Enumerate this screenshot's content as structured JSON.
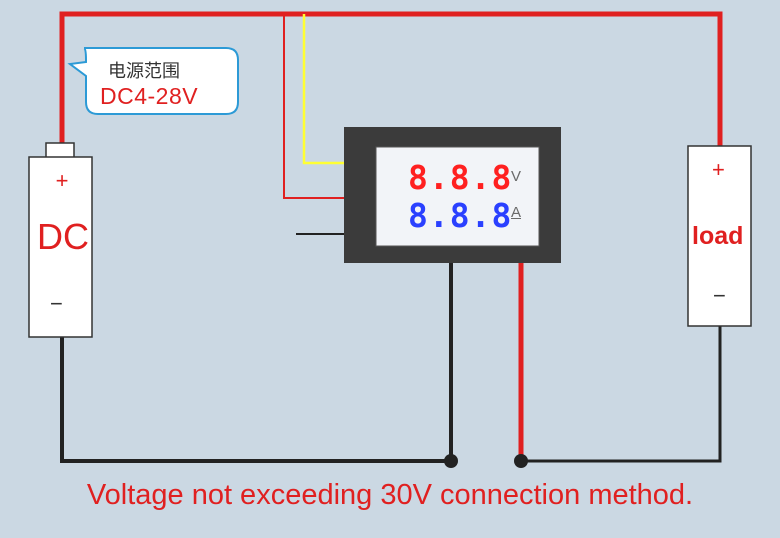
{
  "callout": {
    "text_zh": "电源范围",
    "range": "DC4-28V"
  },
  "battery": {
    "plus": "+",
    "label": "DC",
    "minus": "−"
  },
  "load": {
    "plus": "+",
    "label": "load",
    "minus": "−"
  },
  "meter": {
    "voltage_digits": "8.8.8",
    "voltage_unit": "V",
    "current_digits": "8.8.8",
    "current_unit": "A"
  },
  "caption": "Voltage not exceeding 30V connection method.",
  "colors": {
    "background": "#cbd8e3",
    "positive_wire": "#e02020",
    "negative_wire": "#222222",
    "signal_wire": "#ffff33",
    "voltage_display": "#ff2020",
    "current_display": "#2a40ff"
  }
}
